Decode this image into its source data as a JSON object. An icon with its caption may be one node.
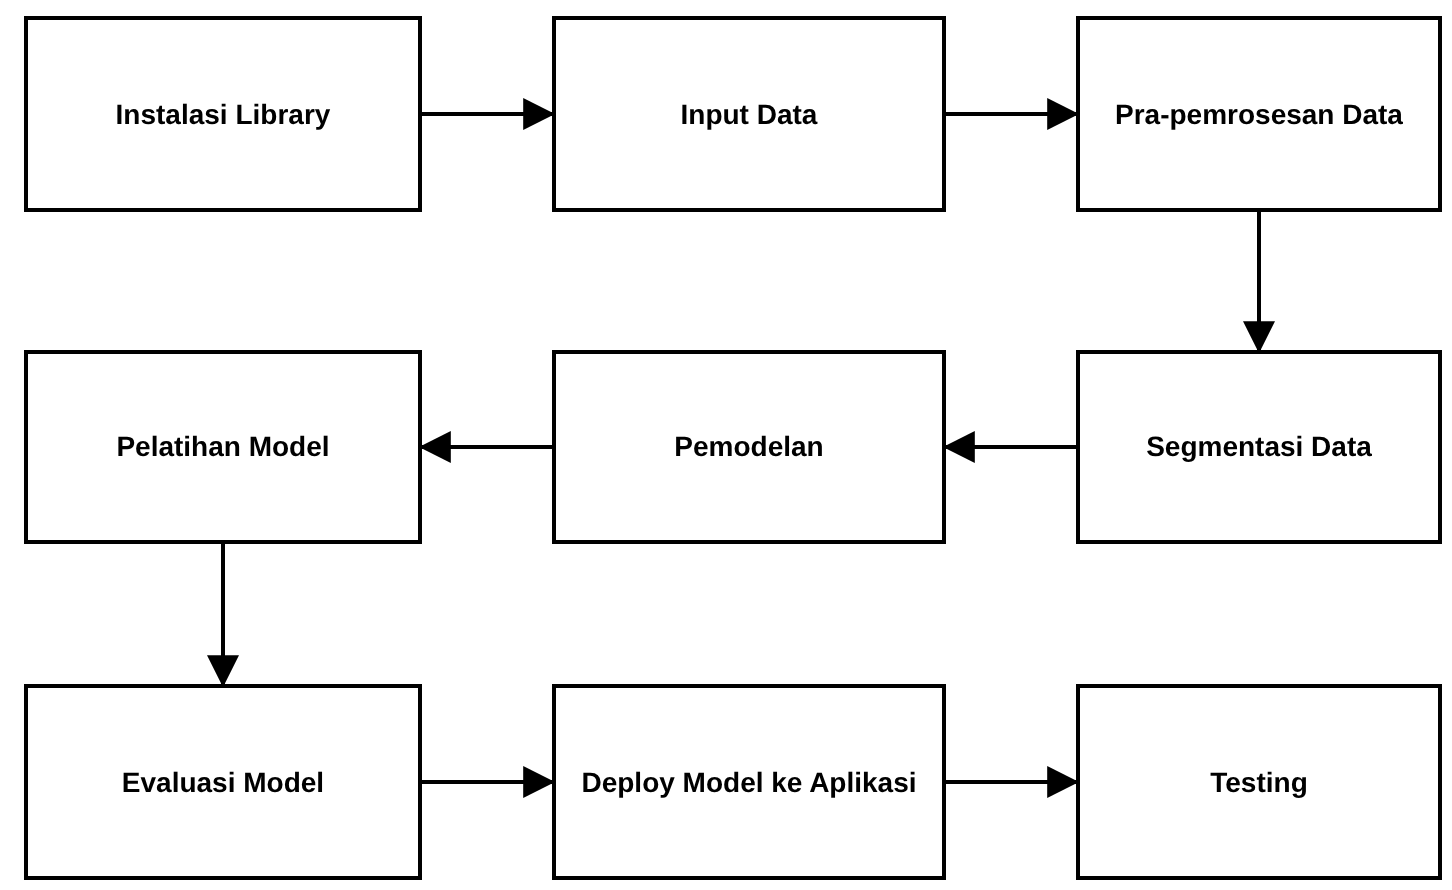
{
  "diagram": {
    "nodes": [
      {
        "text": [
          "Instalasi Library"
        ]
      },
      {
        "text": [
          "Input Data"
        ]
      },
      {
        "text": [
          "Pra-pemrosesan Data"
        ]
      },
      {
        "text": [
          "Pelatihan Model"
        ]
      },
      {
        "text": [
          "Pemodelan"
        ]
      },
      {
        "text": [
          "Segmentasi Data"
        ]
      },
      {
        "text": [
          "Evaluasi Model"
        ]
      },
      {
        "text": [
          "Deploy Model ke Aplikasi"
        ]
      },
      {
        "text": [
          "Testing"
        ]
      }
    ],
    "edges": [
      {
        "from": 0,
        "to": 1,
        "arrow": "to"
      },
      {
        "from": 1,
        "to": 2,
        "arrow": "to"
      },
      {
        "from": 2,
        "to": 5,
        "arrow": "to"
      },
      {
        "from": 5,
        "to": 4,
        "arrow": "to"
      },
      {
        "from": 4,
        "to": 3,
        "arrow": "to"
      },
      {
        "from": 3,
        "to": 6,
        "arrow": "to"
      },
      {
        "from": 6,
        "to": 7,
        "arrow": "to"
      },
      {
        "from": 7,
        "to": 8,
        "arrow": "to"
      }
    ]
  }
}
